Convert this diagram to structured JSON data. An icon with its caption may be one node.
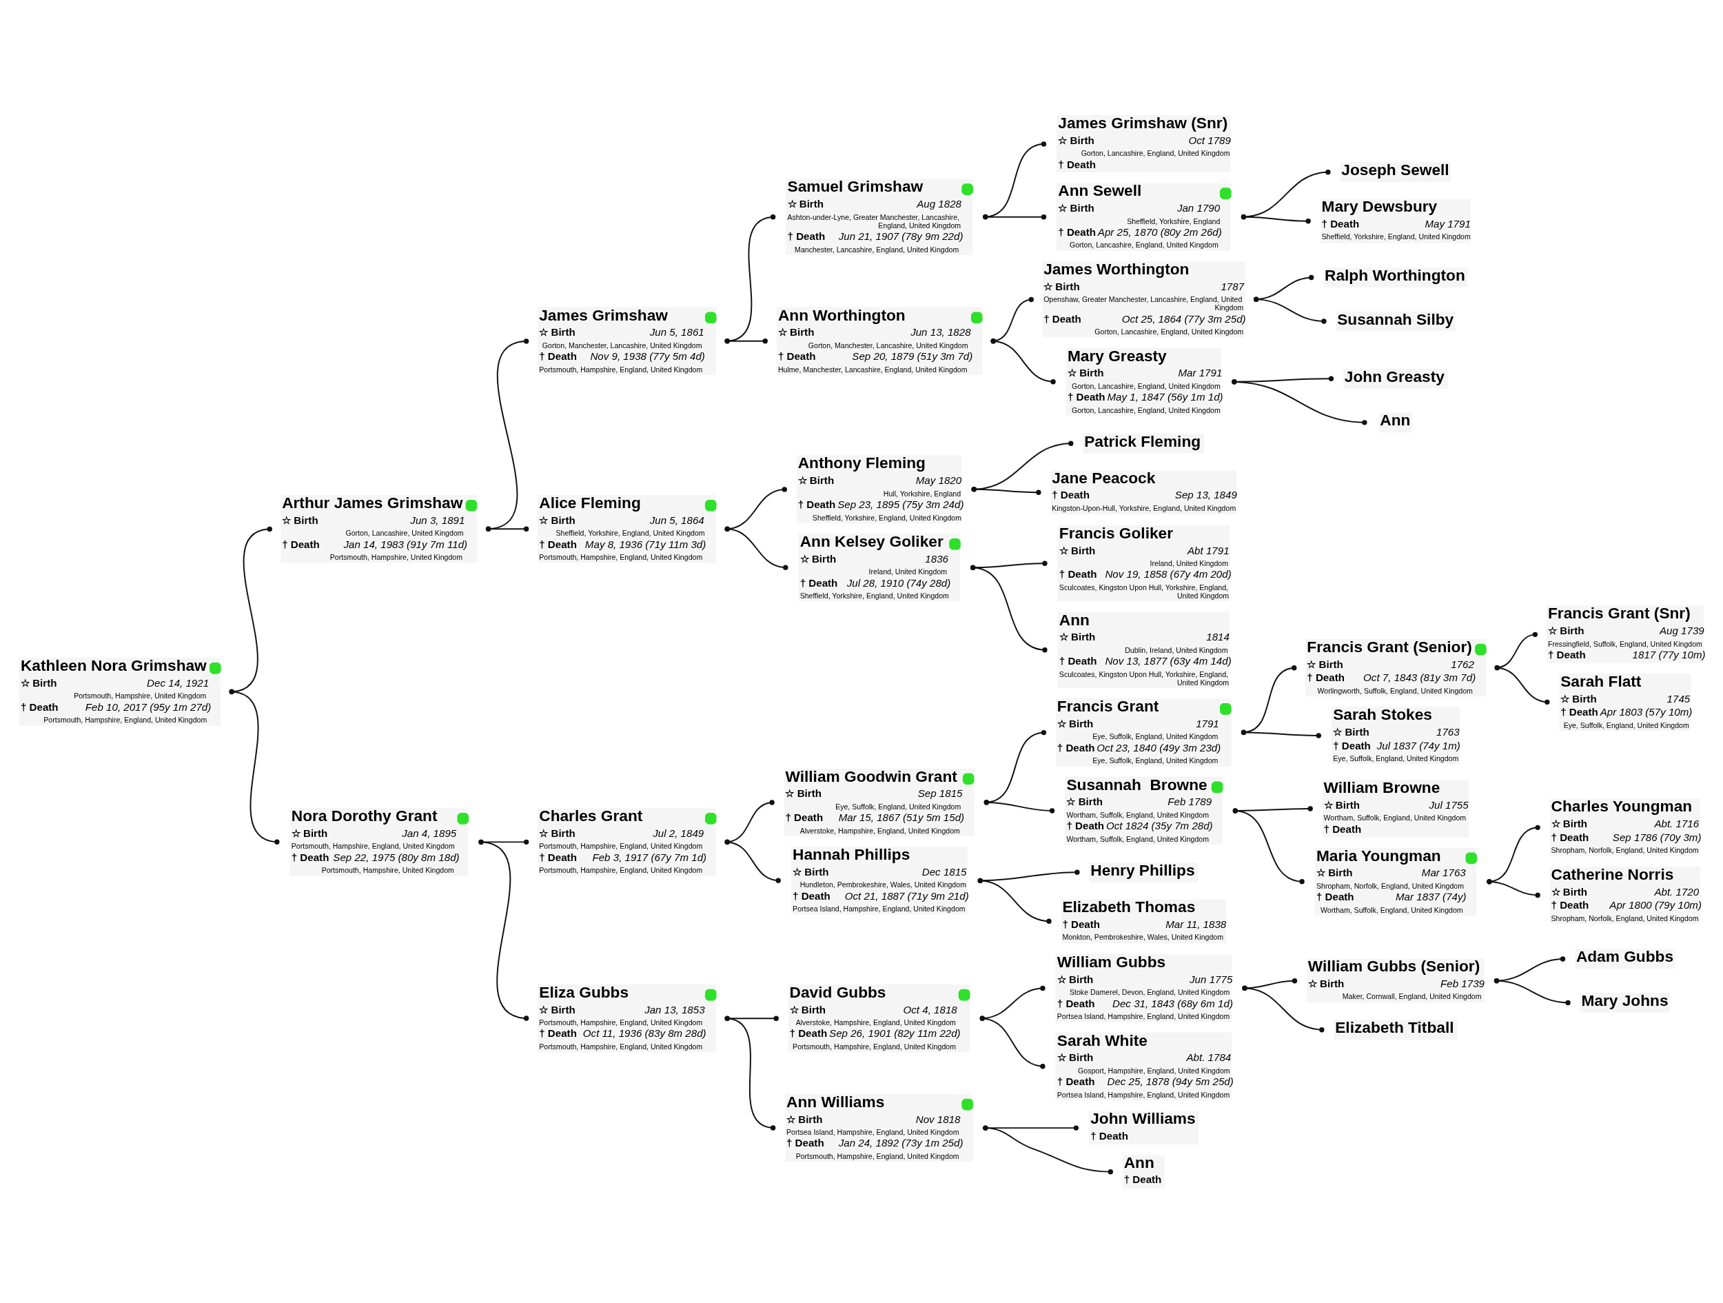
{
  "diagram": {
    "nodes": [
      {
        "text": [
          "Kathleen Nora Grimshaw",
          "☆ Birth",
          "Dec 14, 1921",
          "Portsmouth, Hampshire, United Kingdom",
          "† Death",
          "Feb 10, 2017 (95y 1m 27d)",
          "Portsmouth, Hampshire, England, United Kingdom"
        ]
      },
      {
        "text": [
          "Arthur James Grimshaw",
          "☆ Birth",
          "Jun 3, 1891",
          "Gorton, Lancashire, United Kingdom",
          "† Death",
          "Jan 14, 1983 (91y 7m 11d)",
          "Portsmouth, Hampshire, United Kingdom"
        ]
      },
      {
        "text": [
          "James Grimshaw",
          "☆ Birth",
          "Jun 5, 1861",
          "Gorton, Manchester, Lancashire, United Kingdom",
          "† Death",
          "Nov 9, 1938 (77y 5m 4d)",
          "Portsmouth, Hampshire, England, United Kingdom"
        ]
      },
      {
        "text": [
          "Samuel Grimshaw",
          "☆ Birth",
          "Aug 1828",
          "Ashton-under-Lyne, Greater Manchester, Lancashire, England, United Kingdom",
          "† Death",
          "Jun 21, 1907 (78y 9m 22d)",
          "Manchester, Lancashire, England, United Kingdom"
        ]
      },
      {
        "text": [
          "James Grimshaw (Snr)",
          "☆ Birth",
          "Oct 1789",
          "Gorton, Lancashire, England, United Kingdom",
          "† Death"
        ]
      },
      {
        "text": [
          "Ann Sewell",
          "☆ Birth",
          "Jan 1790",
          "Sheffield, Yorkshire, England",
          "† Death",
          "Apr 25, 1870 (80y 2m 26d)",
          "Gorton, Lancashire, England, United Kingdom"
        ]
      },
      {
        "text": [
          "Joseph Sewell"
        ]
      },
      {
        "text": [
          "Mary Dewsbury",
          "† Death",
          "May 1791",
          "Sheffield, Yorkshire, England, United Kingdom"
        ]
      },
      {
        "text": [
          "Ann Worthington",
          "☆ Birth",
          "Jun 13, 1828",
          "Gorton, Manchester, Lancashire, United Kingdom",
          "† Death",
          "Sep 20, 1879 (51y 3m 7d)",
          "Hulme, Manchester, Lancashire, England, United Kingdom"
        ]
      },
      {
        "text": [
          "James Worthington",
          "☆ Birth",
          "1787",
          "Openshaw, Greater Manchester, Lancashire, England, United Kingdom",
          "† Death",
          "Oct 25, 1864 (77y 3m 25d)",
          "Gorton, Lancashire, England, United Kingdom"
        ]
      },
      {
        "text": [
          "Ralph Worthington"
        ]
      },
      {
        "text": [
          "Susannah Silby"
        ]
      },
      {
        "text": [
          "Mary Greasty",
          "☆ Birth",
          "Mar 1791",
          "Gorton, Lancashire, England, United Kingdom",
          "† Death",
          "May 1, 1847 (56y 1m 1d)",
          "Gorton, Lancashire, England, United Kingdom"
        ]
      },
      {
        "text": [
          "John Greasty"
        ]
      },
      {
        "text": [
          "Ann"
        ]
      },
      {
        "text": [
          "Alice Fleming",
          "☆ Birth",
          "Jun 5, 1864",
          "Sheffield, Yorkshire, England, United Kingdom",
          "† Death",
          "May 8, 1936 (71y 11m 3d)",
          "Portsmouth, Hampshire, England, United Kingdom"
        ]
      },
      {
        "text": [
          "Anthony Fleming",
          "☆ Birth",
          "May 1820",
          "Hull, Yorkshire, England",
          "† Death",
          "Sep 23, 1895 (75y 3m 24d)",
          "Sheffield, Yorkshire, England, United Kingdom"
        ]
      },
      {
        "text": [
          "Patrick Fleming"
        ]
      },
      {
        "text": [
          "Jane Peacock",
          "† Death",
          "Sep 13, 1849",
          "Kingston-Upon-Hull, Yorkshire, England, United Kingdom"
        ]
      },
      {
        "text": [
          "Ann Kelsey Goliker",
          "☆ Birth",
          "1836",
          "Ireland, United Kingdom",
          "† Death",
          "Jul 28, 1910 (74y 28d)",
          "Sheffield, Yorkshire, England, United Kingdom"
        ]
      },
      {
        "text": [
          "Francis Goliker",
          "☆ Birth",
          "Abt 1791",
          "Ireland, United Kingdom",
          "† Death",
          "Nov 19, 1858 (67y 4m 20d)",
          "Sculcoates, Kingston Upon Hull, Yorkshire, England, United Kingdom"
        ]
      },
      {
        "text": [
          "Ann",
          "☆ Birth",
          "1814",
          "Dublin, Ireland, United Kingdom",
          "† Death",
          "Nov 13, 1877 (63y 4m 14d)",
          "Sculcoates, Kingston Upon Hull, Yorkshire, England, United Kingdom"
        ]
      },
      {
        "text": [
          "Nora Dorothy Grant",
          "☆ Birth",
          "Jan 4, 1895",
          "Portsmouth, Hampshire, England, United Kingdom",
          "† Death",
          "Sep 22, 1975 (80y 8m 18d)",
          "Portsmouth, Hampshire, United Kingdom"
        ]
      },
      {
        "text": [
          "Charles Grant",
          "☆ Birth",
          "Jul 2, 1849",
          "Portsmouth, Hampshire, England, United Kingdom",
          "† Death",
          "Feb 3, 1917 (67y 7m 1d)",
          "Portsmouth, Hampshire, England, United Kingdom"
        ]
      },
      {
        "text": [
          "William Goodwin Grant",
          "☆ Birth",
          "Sep 1815",
          "Eye, Suffolk, England, United Kingdom",
          "† Death",
          "Mar 15, 1867 (51y 5m 15d)",
          "Alverstoke, Hampshire, England, United Kingdom"
        ]
      },
      {
        "text": [
          "Francis Grant",
          "☆ Birth",
          "1791",
          "Eye, Suffolk, England, United Kingdom",
          "† Death",
          "Oct 23, 1840 (49y 3m 23d)",
          "Eye, Suffolk, England, United Kingdom"
        ]
      },
      {
        "text": [
          "Francis Grant (Senior)",
          "☆ Birth",
          "1762",
          "† Death",
          "Oct 7, 1843 (81y 3m 7d)",
          "Worlingworth, Suffolk, England, United Kingdom"
        ]
      },
      {
        "text": [
          "Francis Grant (Snr)",
          "☆ Birth",
          "Aug 1739",
          "Fressingfield, Suffolk, England, United Kingdom",
          "† Death",
          "1817 (77y 10m)"
        ]
      },
      {
        "text": [
          "Sarah Flatt",
          "☆ Birth",
          "1745",
          "† Death",
          "Apr 1803 (57y 10m)",
          "Eye, Suffolk, England, United Kingdom"
        ]
      },
      {
        "text": [
          "Sarah Stokes",
          "☆ Birth",
          "1763",
          "† Death",
          "Jul 1837 (74y 1m)",
          "Eye, Suffolk, England, United Kingdom"
        ]
      },
      {
        "text": [
          "Susannah  Browne",
          "☆ Birth",
          "Feb 1789",
          "Wortham, Suffolk, England, United Kingdom",
          "† Death",
          "Oct 1824 (35y 7m 28d)",
          "Wortham, Suffolk, England, United Kingdom"
        ]
      },
      {
        "text": [
          "William Browne",
          "☆ Birth",
          "Jul 1755",
          "Wortham, Suffolk, England, United Kingdom",
          "† Death"
        ]
      },
      {
        "text": [
          "Maria Youngman",
          "☆ Birth",
          "Mar 1763",
          "Shropham, Norfolk, England, United Kingdom",
          "† Death",
          "Mar 1837 (74y)",
          "Wortham, Suffolk, England, United Kingdom"
        ]
      },
      {
        "text": [
          "Charles Youngman",
          "☆ Birth",
          "Abt. 1716",
          "† Death",
          "Sep 1786 (70y 3m)",
          "Shropham, Norfolk, England, United Kingdom"
        ]
      },
      {
        "text": [
          "Catherine Norris",
          "☆ Birth",
          "Abt. 1720",
          "† Death",
          "Apr 1800 (79y 10m)",
          "Shropham, Norfolk, England, United Kingdom"
        ]
      },
      {
        "text": [
          "Hannah Phillips",
          "☆ Birth",
          "Dec 1815",
          "Hundleton, Pembrokeshire, Wales, United Kingdom",
          "† Death",
          "Oct 21, 1887 (71y 9m 21d)",
          "Portsea Island, Hampshire, England, United Kingdom"
        ]
      },
      {
        "text": [
          "Henry Phillips"
        ]
      },
      {
        "text": [
          "Elizabeth Thomas",
          "† Death",
          "Mar 11, 1838",
          "Monkton, Pembrokeshire, Wales, United Kingdom"
        ]
      },
      {
        "text": [
          "Eliza Gubbs",
          "☆ Birth",
          "Jan 13, 1853",
          "Portsmouth, Hampshire, England, United Kingdom",
          "† Death",
          "Oct 11, 1936 (83y 8m 28d)",
          "Portsmouth, Hampshire, England, United Kingdom"
        ]
      },
      {
        "text": [
          "David Gubbs",
          "☆ Birth",
          "Oct 4, 1818",
          "Alverstoke, Hampshire, England, United Kingdom",
          "† Death",
          "Sep 26, 1901 (82y 11m 22d)",
          "Portsmouth, Hampshire, England, United Kingdom"
        ]
      },
      {
        "text": [
          "William Gubbs",
          "☆ Birth",
          "Jun 1775",
          "Stoke Damerel, Devon, England, United Kingdom",
          "† Death",
          "Dec 31, 1843 (68y 6m 1d)",
          "Portsea Island, Hampshire, England, United Kingdom"
        ]
      },
      {
        "text": [
          "William Gubbs (Senior)",
          "☆ Birth",
          "Feb 1739",
          "Maker, Cornwall, England, United Kingdom"
        ]
      },
      {
        "text": [
          "Adam Gubbs"
        ]
      },
      {
        "text": [
          "Mary Johns"
        ]
      },
      {
        "text": [
          "Elizabeth Titball"
        ]
      },
      {
        "text": [
          "Sarah White",
          "☆ Birth",
          "Abt. 1784",
          "Gosport, Hampshire, England, United Kingdom",
          "† Death",
          "Dec 25, 1878 (94y 5m 25d)",
          "Portsea Island, Hampshire, England, United Kingdom"
        ]
      },
      {
        "text": [
          "Ann Williams",
          "☆ Birth",
          "Nov 1818",
          "Portsea Island, Hampshire, England, United Kingdom",
          "† Death",
          "Jan 24, 1892 (73y 1m 25d)",
          "Portsmouth, Hampshire, England, United Kingdom"
        ]
      },
      {
        "text": [
          "John Williams",
          "† Death"
        ]
      },
      {
        "text": [
          "Ann",
          "† Death"
        ]
      }
    ],
    "edges": [
      {
        "from": 0,
        "to": 1,
        "arrow": "other"
      },
      {
        "from": 0,
        "to": 22,
        "arrow": "other"
      },
      {
        "from": 1,
        "to": 2,
        "arrow": "other"
      },
      {
        "from": 1,
        "to": 15,
        "arrow": "other"
      },
      {
        "from": 2,
        "to": 3,
        "arrow": "other"
      },
      {
        "from": 2,
        "to": 8,
        "arrow": "other"
      },
      {
        "from": 3,
        "to": 4,
        "arrow": "other"
      },
      {
        "from": 3,
        "to": 5,
        "arrow": "other"
      },
      {
        "from": 5,
        "to": 6,
        "arrow": "other"
      },
      {
        "from": 5,
        "to": 7,
        "arrow": "other"
      },
      {
        "from": 8,
        "to": 9,
        "arrow": "other"
      },
      {
        "from": 8,
        "to": 12,
        "arrow": "other"
      },
      {
        "from": 9,
        "to": 10,
        "arrow": "other"
      },
      {
        "from": 9,
        "to": 11,
        "arrow": "other"
      },
      {
        "from": 12,
        "to": 13,
        "arrow": "other"
      },
      {
        "from": 12,
        "to": 14,
        "arrow": "other"
      },
      {
        "from": 15,
        "to": 16,
        "arrow": "other"
      },
      {
        "from": 15,
        "to": 19,
        "arrow": "other"
      },
      {
        "from": 16,
        "to": 17,
        "arrow": "other"
      },
      {
        "from": 16,
        "to": 18,
        "arrow": "other"
      },
      {
        "from": 19,
        "to": 20,
        "arrow": "other"
      },
      {
        "from": 19,
        "to": 21,
        "arrow": "other"
      },
      {
        "from": 22,
        "to": 23,
        "arrow": "other"
      },
      {
        "from": 22,
        "to": 38,
        "arrow": "other"
      },
      {
        "from": 23,
        "to": 24,
        "arrow": "other"
      },
      {
        "from": 23,
        "to": 35,
        "arrow": "other"
      },
      {
        "from": 24,
        "to": 25,
        "arrow": "other"
      },
      {
        "from": 24,
        "to": 30,
        "arrow": "other"
      },
      {
        "from": 25,
        "to": 26,
        "arrow": "other"
      },
      {
        "from": 25,
        "to": 29,
        "arrow": "other"
      },
      {
        "from": 26,
        "to": 27,
        "arrow": "other"
      },
      {
        "from": 26,
        "to": 28,
        "arrow": "other"
      },
      {
        "from": 30,
        "to": 31,
        "arrow": "other"
      },
      {
        "from": 30,
        "to": 32,
        "arrow": "other"
      },
      {
        "from": 32,
        "to": 33,
        "arrow": "other"
      },
      {
        "from": 32,
        "to": 34,
        "arrow": "other"
      },
      {
        "from": 35,
        "to": 36,
        "arrow": "other"
      },
      {
        "from": 35,
        "to": 37,
        "arrow": "other"
      },
      {
        "from": 38,
        "to": 39,
        "arrow": "other"
      },
      {
        "from": 38,
        "to": 46,
        "arrow": "other"
      },
      {
        "from": 39,
        "to": 40,
        "arrow": "other"
      },
      {
        "from": 39,
        "to": 45,
        "arrow": "other"
      },
      {
        "from": 40,
        "to": 41,
        "arrow": "other"
      },
      {
        "from": 40,
        "to": 44,
        "arrow": "other"
      },
      {
        "from": 41,
        "to": 42,
        "arrow": "other"
      },
      {
        "from": 41,
        "to": 43,
        "arrow": "other"
      },
      {
        "from": 46,
        "to": 47,
        "arrow": "other"
      },
      {
        "from": 46,
        "to": 48,
        "arrow": "other"
      }
    ]
  }
}
